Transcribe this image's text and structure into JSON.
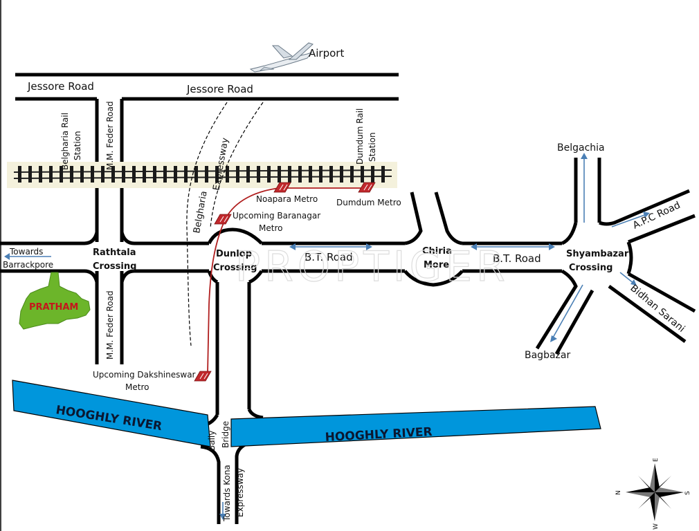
{
  "colors": {
    "road": "#000000",
    "river": "#0096dc",
    "metro_route": "#b01e1e",
    "metro_marker": "#c0282c",
    "direction_arrow": "#4a7fb5",
    "project": "#6cb52a",
    "project_label": "#c4161c",
    "rail_band": "#f4f1dc"
  },
  "labels": {
    "airport": "Airport",
    "jessore_road_left": "Jessore Road",
    "jessore_road_right": "Jessore Road",
    "belgharia_rail_station": [
      "Belgharia Rail",
      "Station"
    ],
    "mm_feder_road_top": "M.M. Feder Road",
    "mm_feder_road_bottom": "M.M. Feder Road",
    "belgharia_expressway": [
      "Belgharia",
      "Expressway"
    ],
    "dumdum_rail_station": [
      "Dumdum Rail",
      "Station"
    ],
    "noapara_metro": "Noapara Metro",
    "dumdum_metro": "Dumdum Metro",
    "upcoming_baranagar_metro": [
      "Upcoming Baranagar",
      "Metro"
    ],
    "towards_barrackpore": [
      "Towards",
      "Barrackpore"
    ],
    "rathtala_crossing": [
      "Rathtala",
      "Crossing"
    ],
    "dunlop_crossing": [
      "Dunlop",
      "Crossing"
    ],
    "bt_road_1": "B.T. Road",
    "chiria_more": [
      "Chiria",
      "More"
    ],
    "bt_road_2": "B.T. Road",
    "shyambazar_crossing": [
      "Shyambazar",
      "Crossing"
    ],
    "belgachia": "Belgachia",
    "apc_road": "A.P.C Road",
    "bidhan_sarani": "Bidhan Sarani",
    "bagbazar": "Bagbazar",
    "project_name": "PRATHAM",
    "upcoming_dakshineswar_metro": [
      "Upcoming Dakshineswar",
      "Metro"
    ],
    "hooghly_river_left": "HOOGHLY RIVER",
    "hooghly_river_right": "HOOGHLY RIVER",
    "bally_bridge": [
      "Bally",
      "Bridge"
    ],
    "towards_kona_expressway": [
      "Towards Kona",
      "Expressway"
    ],
    "watermark": "PROPTIGER"
  },
  "compass": {
    "n": "N",
    "s": "S",
    "e": "E",
    "w": "W"
  },
  "icons": {
    "airport": "airplane-icon",
    "metro": "metro-station-icon",
    "compass": "compass-rose-icon",
    "project": "project-location-icon"
  }
}
